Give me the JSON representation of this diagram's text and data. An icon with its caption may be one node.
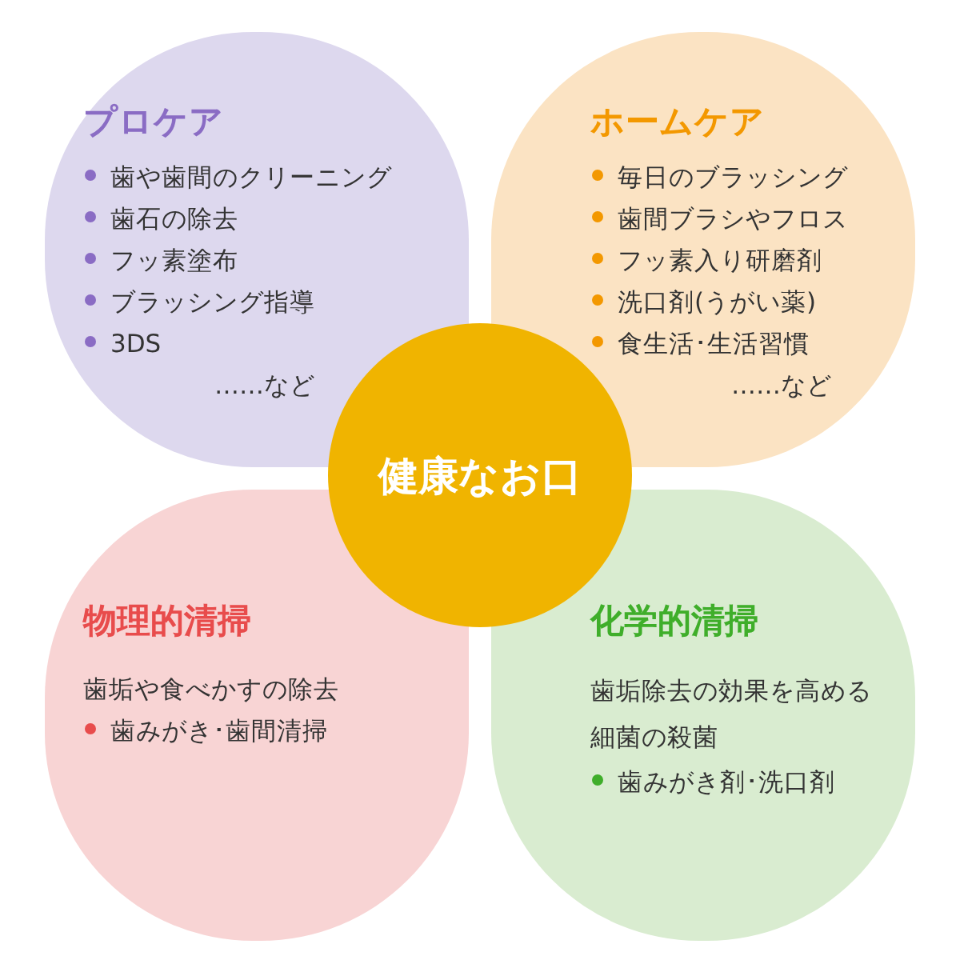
{
  "diagram": {
    "nodes": [
      {
        "text": [
          "健康なお口"
        ]
      },
      {
        "text": [
          "プロケア",
          "歯や歯間のクリーニング",
          "歯石の除去",
          "フッ素塗布",
          "ブラッシング指導",
          "3DS",
          "……など"
        ]
      },
      {
        "text": [
          "ホームケア",
          "毎日のブラッシング",
          "歯間ブラシやフロス",
          "フッ素入り研磨剤",
          "洗口剤(うがい薬)",
          "食生活･生活習慣",
          "……など"
        ]
      },
      {
        "text": [
          "物理的清掃",
          "歯垢や食べかすの除去",
          "歯みがき･歯間清掃"
        ]
      },
      {
        "text": [
          "化学的清掃",
          "歯垢除去の効果を高める細菌の殺菌",
          "歯みがき剤･洗口剤"
        ]
      }
    ]
  }
}
